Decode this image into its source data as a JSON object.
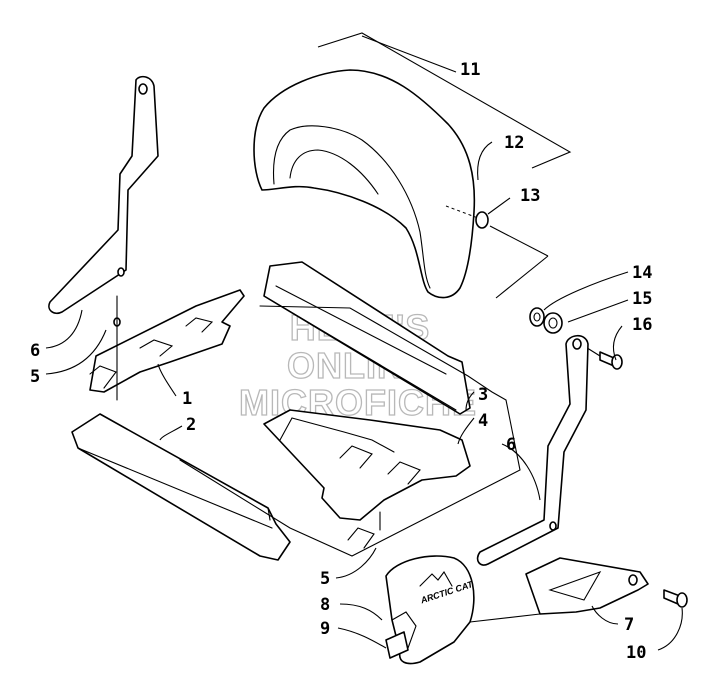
{
  "watermark": {
    "line1": "HLSM'S",
    "line2": "ONLINE",
    "line3": "MICROFICHE"
  },
  "logo": {
    "text": "ARCTIC CAT",
    "icon": "mountain-logo-icon"
  },
  "callouts": {
    "c1": "1",
    "c2": "2",
    "c3": "3",
    "c4": "4",
    "c5a": "5",
    "c5b": "5",
    "c6a": "6",
    "c6b": "6",
    "c7": "7",
    "c8": "8",
    "c9": "9",
    "c10": "10",
    "c11": "11",
    "c12": "12",
    "c13": "13",
    "c14": "14",
    "c15": "15",
    "c16": "16"
  },
  "colors": {
    "line": "#000000",
    "background": "#ffffff",
    "watermark": "#b8b8b8"
  }
}
